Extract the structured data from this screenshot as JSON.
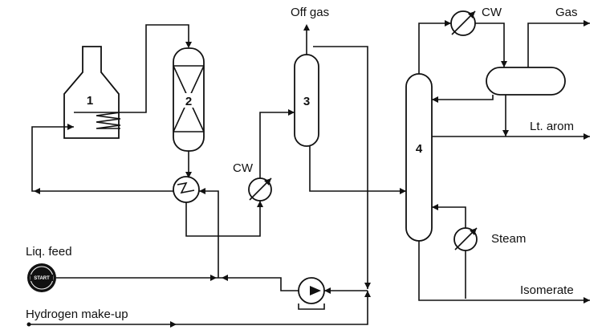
{
  "equipment": {
    "furnace_number": "1",
    "reactor_number": "2",
    "separator_number": "3",
    "column_number": "4"
  },
  "streams": {
    "off_gas": "Off gas",
    "cw_top": "CW",
    "cw_mid": "CW",
    "gas": "Gas",
    "light_aromatics": "Lt. arom",
    "steam": "Steam",
    "isomerate": "Isomerate",
    "liquid_feed": "Liq. feed",
    "hydrogen_makeup": "Hydrogen make-up"
  },
  "start_badge": "START"
}
